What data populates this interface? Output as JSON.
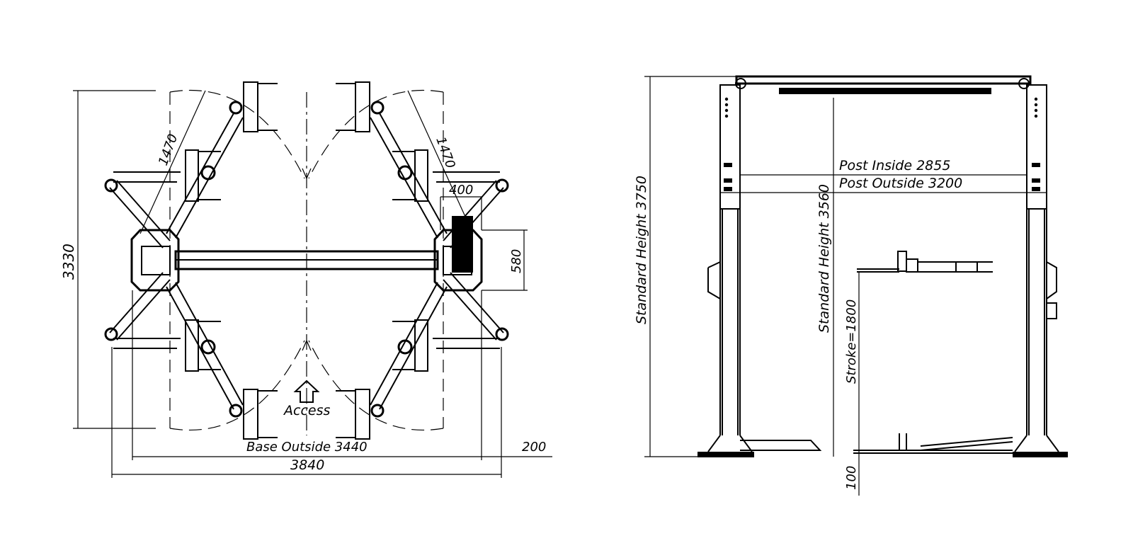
{
  "top_view": {
    "labels": {
      "overall_length": "3330",
      "arm_reach_left": "1470",
      "arm_reach_right": "1470",
      "column_offset": "400",
      "base_depth": "580",
      "access": "Access",
      "base_outside": "Base Outside 3440",
      "side_clearance": "200",
      "overall_width": "3840"
    }
  },
  "front_view": {
    "labels": {
      "post_inside": "Post Inside 2855",
      "post_outside": "Post Outside 3200",
      "standard_height_overall": "Standard Height 3750",
      "standard_height_inner": "Standard Height 3560",
      "stroke": "Stroke=1800",
      "min_height": "100"
    }
  }
}
